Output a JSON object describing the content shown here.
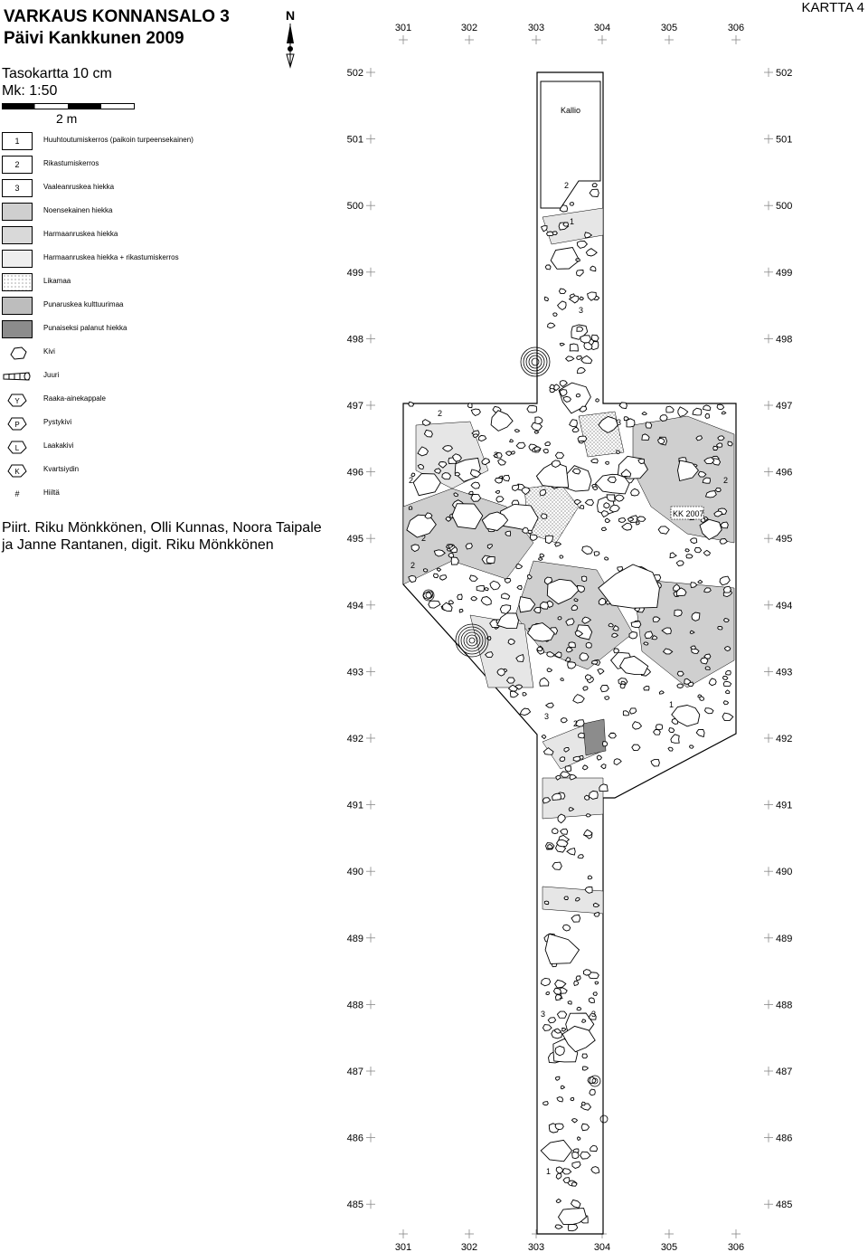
{
  "header": {
    "site_title": "VARKAUS KONNANSALO 3",
    "author_year": "Päivi Kankkunen 2009",
    "sheet_label": "KARTTA 4",
    "north_label": "N"
  },
  "scale": {
    "plan_title": "Tasokartta 10 cm",
    "ratio": "Mk: 1:50",
    "bar_label": "2 m"
  },
  "legend": {
    "items": [
      {
        "symbol": "1",
        "label": "Huuhtoutumiskerros (paikoin turpeensekainen)"
      },
      {
        "symbol": "2",
        "label": "Rikastumiskerros"
      },
      {
        "symbol": "3",
        "label": "Vaaleanruskea hiekka"
      },
      {
        "symbol": "",
        "label": "Noensekainen hiekka",
        "fill": "#cfcfcf"
      },
      {
        "symbol": "",
        "label": "Harmaanruskea hiekka",
        "fill": "#d9d9d9"
      },
      {
        "symbol": "",
        "label": "Harmaanruskea hiekka + rikastumiskerros",
        "fill": "#eeeeee"
      },
      {
        "symbol": "",
        "label": "Likamaa",
        "fill": "dots"
      },
      {
        "symbol": "",
        "label": "Punaruskea kulttuurimaa",
        "fill": "#bdbdbd"
      },
      {
        "symbol": "",
        "label": "Punaiseksi palanut hiekka",
        "fill": "#8c8c8c"
      },
      {
        "symbol": "stone",
        "label": "Kivi"
      },
      {
        "symbol": "root",
        "label": "Juuri"
      },
      {
        "symbol": "Y",
        "label": "Raaka-ainekappale"
      },
      {
        "symbol": "P",
        "label": "Pystykivi"
      },
      {
        "symbol": "L",
        "label": "Laakakivi"
      },
      {
        "symbol": "K",
        "label": "Kvartsiydin"
      },
      {
        "symbol": "#",
        "label": "Hiiltä"
      }
    ]
  },
  "credits": "Piirt. Riku Mönkkönen, Olli Kunnas, Noora Taipale ja Janne Rantanen, digit. Riku Mönkkönen",
  "grid": {
    "x_labels": [
      "301",
      "302",
      "303",
      "304",
      "305",
      "306"
    ],
    "y_labels": [
      "502",
      "501",
      "500",
      "499",
      "498",
      "497",
      "496",
      "495",
      "494",
      "493",
      "492",
      "491",
      "490",
      "489",
      "488",
      "487",
      "486",
      "485"
    ]
  },
  "map_annotations": {
    "kallio": "Kallio",
    "kk": "KK 2007",
    "layer_numbers": [
      "2",
      "1",
      "3",
      "2",
      "3",
      "3",
      "2",
      "2",
      "2",
      "2",
      "3",
      "2",
      "1",
      "1",
      "3",
      "3",
      "1"
    ]
  },
  "colors": {
    "layer_dark": "#cfcfcf",
    "layer_light": "#e6e6e6",
    "burnt": "#8c8c8c"
  }
}
